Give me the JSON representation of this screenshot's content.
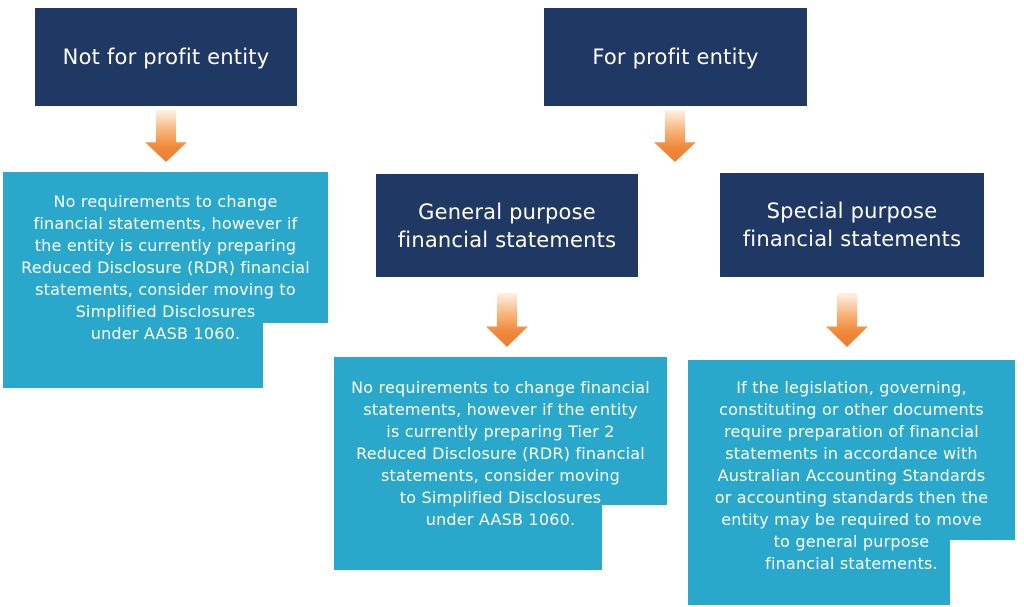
{
  "diagram": {
    "title_context": "Financial reporting decision flowchart",
    "boxes": {
      "not_for_profit": "Not for profit entity",
      "for_profit": "For profit entity",
      "general_purpose": "General purpose\nfinancial statements",
      "special_purpose": "Special purpose\nfinancial statements"
    },
    "notes": {
      "not_for_profit": "No requirements to change\nfinancial statements, however if\nthe entity is currently preparing\nReduced Disclosure (RDR) financial\nstatements, consider moving to\nSimplified Disclosures\nunder AASB 1060.",
      "general_purpose": "No requirements to change financial\nstatements, however if the entity\nis currently preparing Tier 2\nReduced Disclosure (RDR) financial\nstatements, consider moving\nto Simplified Disclosures\nunder AASB 1060.",
      "special_purpose": "If the legislation, governing,\nconstituting or other documents\nrequire preparation of financial\nstatements in accordance with\nAustralian Accounting Standards\nor accounting standards then the\nentity may be required to move\nto general purpose\nfinancial statements."
    },
    "colors": {
      "navy_box": "#1F3864",
      "cyan_note": "#2AA8CC",
      "fold_teal": "#1A7E9C",
      "arrow_orange": "#ED7D31",
      "text": "#FFFFFF"
    }
  }
}
